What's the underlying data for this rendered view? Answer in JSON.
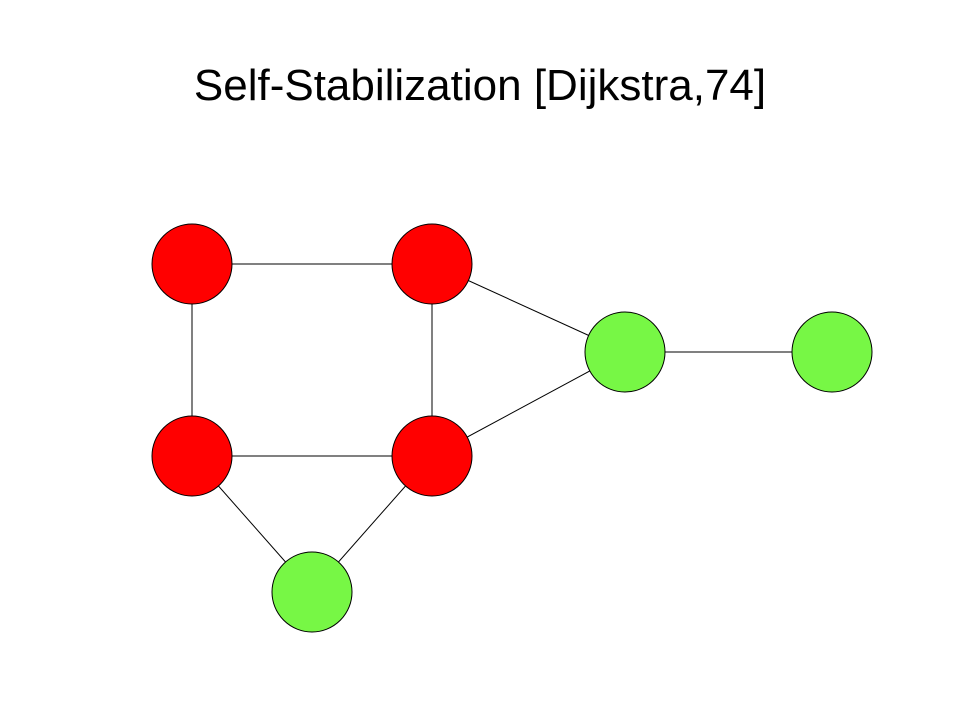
{
  "slide": {
    "title": "Self-Stabilization [Dijkstra,74]"
  },
  "colors": {
    "red_node": "#ff0000",
    "green_node": "#77f745",
    "edge": "#000000",
    "node_stroke": "#000000"
  },
  "graph": {
    "nodes": [
      {
        "id": "n1",
        "state": "red"
      },
      {
        "id": "n2",
        "state": "red"
      },
      {
        "id": "n3",
        "state": "green"
      },
      {
        "id": "n4",
        "state": "green"
      },
      {
        "id": "n5",
        "state": "red"
      },
      {
        "id": "n6",
        "state": "red"
      },
      {
        "id": "n7",
        "state": "green"
      }
    ],
    "edges": [
      [
        "n1",
        "n2"
      ],
      [
        "n1",
        "n5"
      ],
      [
        "n2",
        "n6"
      ],
      [
        "n5",
        "n6"
      ],
      [
        "n2",
        "n3"
      ],
      [
        "n6",
        "n3"
      ],
      [
        "n3",
        "n4"
      ],
      [
        "n5",
        "n7"
      ],
      [
        "n6",
        "n7"
      ]
    ]
  }
}
